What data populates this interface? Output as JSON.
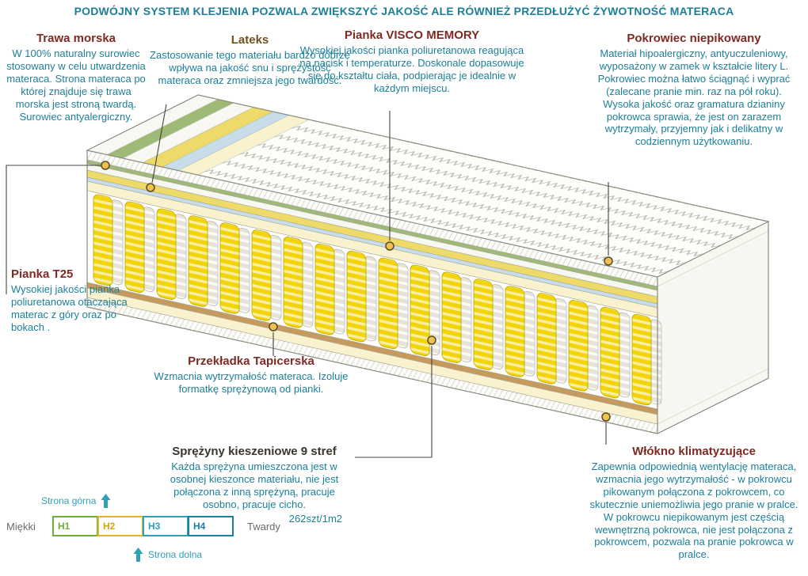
{
  "header": {
    "text": "PODWÓJNY SYSTEM KLEJENIA POZWALA ZWIĘKSZYĆ JAKOŚĆ ALE RÓWNIEŻ PRZEDŁUŻYĆ ŻYWOTNOŚĆ MATERACA"
  },
  "annotations": {
    "trawa_morska": {
      "title": "Trawa morska",
      "body": "W 100% naturalny surowiec stosowany w celu utwardzenia materaca. Strona materaca po której znajduje się trawa morska jest stroną twardą. Surowiec antyalergiczny."
    },
    "lateks": {
      "title": "Lateks",
      "body": "Zastosowanie tego materiału bardzo dobrze wpływa na jakość snu i sprężystość materaca oraz zmniejsza jego twardość."
    },
    "pianka_visco": {
      "title": "Pianka VISCO MEMORY",
      "body": "Wysokiej jakości pianka poliuretanowa reagująca na nacisk i temperaturze. Doskonale dopasowuje się do kształtu ciała, podpierając je idealnie w każdym miejscu."
    },
    "pokrowiec": {
      "title": "Pokrowiec niepikowany",
      "body": "Materiał hipoalergiczny, antyuczuleniowy, wyposażony w zamek w kształcie litery L. Pokrowiec można łatwo ściągnąć i wyprać (zalecane pranie min. raz na pół roku). Wysoka jakość oraz gramatura dzianiny pokrowca sprawia, że jest on zarazem wytrzymały, przyjemny jak i delikatny w codziennym użytkowaniu."
    },
    "pianka_t25": {
      "title": "Pianka T25",
      "body": "Wysokiej jakości pianka poliuretanowa otaczająca materac z góry oraz po bokach ."
    },
    "przekladka": {
      "title": "Przekładka Tapicerska",
      "body": "Wzmacnia wytrzymałość materaca. Izoluje formatkę sprężynową od pianki."
    },
    "sprezyny": {
      "title": "Sprężyny kieszeniowe 9 stref",
      "body": "Każda sprężyna umieszczona jest w osobnej kieszonce materiału, nie jest połączona z inną sprężyną, pracuje osobno, pracuje cicho.",
      "count": "262szt/1m2"
    },
    "wlokno": {
      "title": "Włókno klimatyzujące",
      "body": "Zapewnia odpowiednią wentylację materaca, wzmacnia jego wytrzymałość - w pokrowcu pikowanym połączona z pokrowcem, co skutecznie uniemożliwia jego pranie w pralce. W pokrowcu niepikowanym jest częścią wewnętrzną pokrowca, nie jest połączona z pokrowcem, pozwala na pranie pokrowca w pralce."
    }
  },
  "scale": {
    "top_side_label": "Strona górna",
    "bottom_side_label": "Strona dolna",
    "soft_label": "Miękki",
    "hard_label": "Twardy",
    "levels": [
      {
        "label": "H1",
        "color": "#6fae3d"
      },
      {
        "label": "H2",
        "color": "#e3b822"
      },
      {
        "label": "H3",
        "color": "#2fa0b5"
      },
      {
        "label": "H4",
        "color": "#1f7fa0"
      }
    ]
  },
  "colors": {
    "header_text": "#1c7f98",
    "body_text": "#1c7f98",
    "title_text": "#7e2a24",
    "spring_yellow": "#f2d40a",
    "seagrass_green": "#9fb977",
    "latex_yellow": "#eeda68",
    "visco_blue": "#c7dde9",
    "foam_cream": "#faf2cf",
    "insulator_tan": "#c49a5d",
    "scale_teal": "#2fa0b5"
  }
}
